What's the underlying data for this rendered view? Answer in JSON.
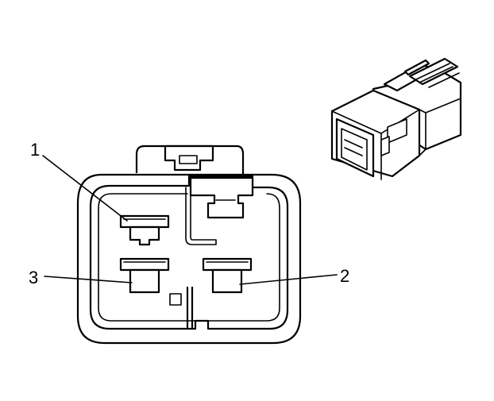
{
  "pin_labels": {
    "pin1": "1",
    "pin2": "2",
    "pin3": "3"
  }
}
